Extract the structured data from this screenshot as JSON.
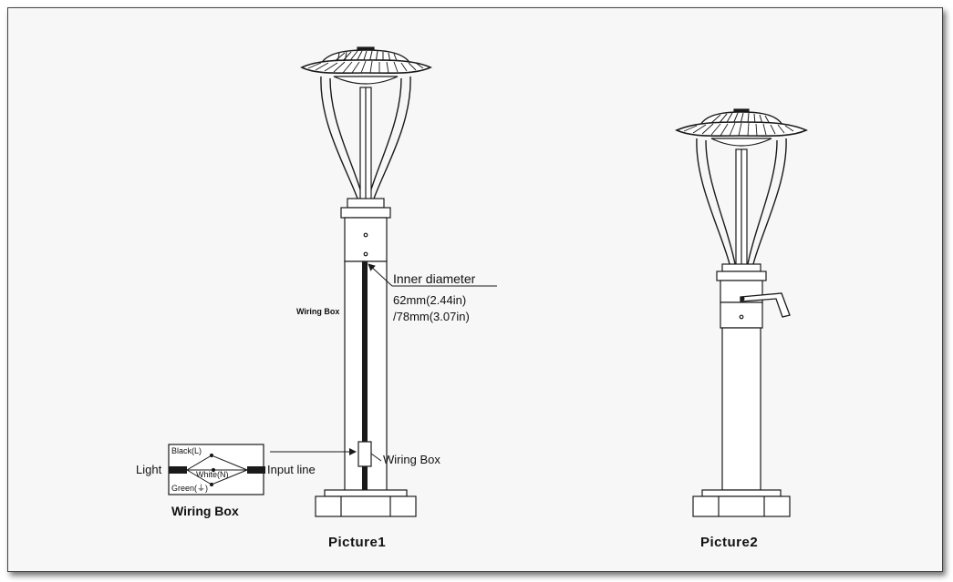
{
  "picture1": {
    "caption": "Picture1",
    "inner_diameter_label": "Inner diameter",
    "inner_diameter_value_1": "62mm(2.44in)",
    "inner_diameter_value_2": "/78mm(3.07in)",
    "wiring_box_side_label": "Wiring Box",
    "wiring_box_callout_label": "Wiring Box"
  },
  "wiring_diagram": {
    "title": "Wiring Box",
    "light_label": "Light",
    "input_label": "Input line",
    "black_label": "Black(L)",
    "white_label": "White(N)",
    "green_label": "Green(⏚)"
  },
  "picture2": {
    "caption": "Picture2"
  },
  "colors": {
    "line": "#1a1a1a",
    "frame_background": "#f7f7f7"
  }
}
